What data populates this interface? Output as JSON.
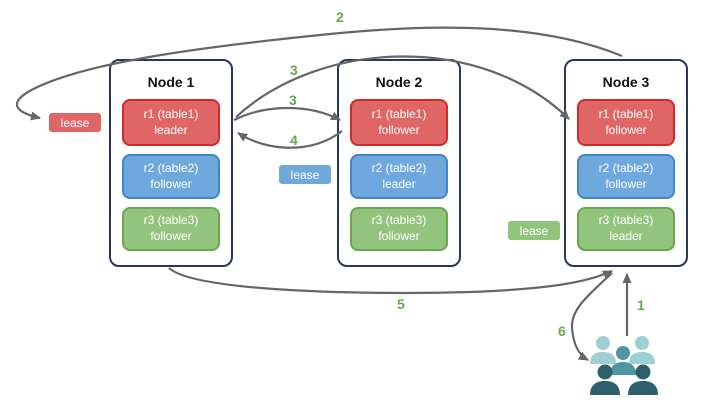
{
  "diagram": {
    "nodes": [
      {
        "title": "Node 1",
        "replicas": [
          {
            "name": "r1 (table1)",
            "role": "leader",
            "color": "#e06666"
          },
          {
            "name": "r2 (table2)",
            "role": "follower",
            "color": "#6fa8dc"
          },
          {
            "name": "r3 (table3)",
            "role": "follower",
            "color": "#93c47d"
          }
        ]
      },
      {
        "title": "Node 2",
        "replicas": [
          {
            "name": "r1 (table1)",
            "role": "follower",
            "color": "#e06666"
          },
          {
            "name": "r2 (table2)",
            "role": "leader",
            "color": "#6fa8dc"
          },
          {
            "name": "r3 (table3)",
            "role": "follower",
            "color": "#93c47d"
          }
        ]
      },
      {
        "title": "Node 3",
        "replicas": [
          {
            "name": "r1 (table1)",
            "role": "follower",
            "color": "#e06666"
          },
          {
            "name": "r2 (table2)",
            "role": "follower",
            "color": "#6fa8dc"
          },
          {
            "name": "r3 (table3)",
            "role": "leader",
            "color": "#93c47d"
          }
        ]
      }
    ],
    "leases": [
      {
        "label": "lease",
        "color": "#e06666"
      },
      {
        "label": "lease",
        "color": "#6fa8dc"
      },
      {
        "label": "lease",
        "color": "#93c47d"
      }
    ],
    "steps": [
      "1",
      "2",
      "3",
      "4",
      "5",
      "6"
    ],
    "icons": {
      "client": "users-group-icon"
    }
  },
  "colors": {
    "node_border": "#25385e",
    "arrow": "#666666",
    "step_label": "#6aa84f",
    "red_fill": "#e06666",
    "red_border": "#cf2b2b",
    "blue_fill": "#6fa8dc",
    "blue_border": "#3f87ca",
    "green_fill": "#93c47d",
    "green_border": "#69a74e",
    "client_light": "#9fced3",
    "client_mid": "#4f96a1",
    "client_dark": "#2d5f6c"
  }
}
